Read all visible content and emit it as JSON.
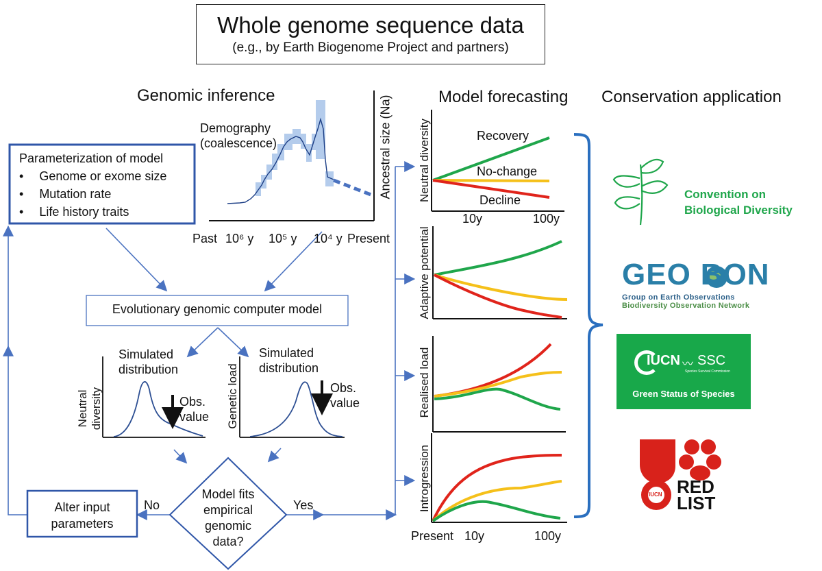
{
  "header": {
    "title": "Whole genome sequence data",
    "subtitle": "(e.g., by Earth Biogenome Project and partners)"
  },
  "sections": {
    "genomic_inference": "Genomic inference",
    "model_forecasting": "Model forecasting",
    "conservation_application": "Conservation application"
  },
  "parameterization": {
    "title": "Parameterization of model",
    "items": [
      "Genome or exome size",
      "Mutation rate",
      "Life history traits"
    ]
  },
  "demography": {
    "label_line1": "Demography",
    "label_line2": "(coalescence)",
    "y_axis": "Ancestral size (Na)",
    "x_ticks": [
      "Past",
      "10⁶ y",
      "10⁵ y",
      "10⁴ y",
      "Present"
    ]
  },
  "model_box": "Evolutionary genomic computer model",
  "sim_left": {
    "title_line1": "Simulated",
    "title_line2": "distribution",
    "y_axis": "Neutral diversity",
    "obs_line1": "Obs.",
    "obs_line2": "value"
  },
  "sim_right": {
    "title_line1": "Simulated",
    "title_line2": "distribution",
    "y_axis": "Genetic load",
    "obs_line1": "Obs.",
    "obs_line2": "value"
  },
  "decision": {
    "lines": [
      "Model fits",
      "empirical",
      "genomic",
      "data?"
    ],
    "no": "No",
    "yes": "Yes"
  },
  "alter": {
    "line1": "Alter input",
    "line2": "parameters"
  },
  "forecast_panels": [
    {
      "y_axis": "Neutral diversity",
      "labels": [
        "Recovery",
        "No-change",
        "Decline"
      ],
      "x_ticks": [
        "10y",
        "100y"
      ]
    },
    {
      "y_axis": "Adaptive potential"
    },
    {
      "y_axis": "Realised load"
    },
    {
      "y_axis": "Introgression",
      "x_ticks": [
        "Present",
        "10y",
        "100y"
      ]
    }
  ],
  "colors": {
    "green": "#1fa64b",
    "yellow": "#f5c01a",
    "red": "#e0241b",
    "blue": "#4a72c0",
    "dark_blue": "#2f56a8",
    "bracket": "#2a6fbf"
  },
  "logos": {
    "cbd": {
      "line1": "Convention on",
      "line2": "Biological Diversity"
    },
    "geobon": {
      "mark1": "GEO",
      "mark2": "BON",
      "line1": "Group on Earth Observations",
      "line2": "Biodiversity Observation Network"
    },
    "iucn": {
      "iucn": "IUCN",
      "ssc": "SSC",
      "ssc_sub": "Species Survival Commission",
      "caption": "Green Status of Species"
    },
    "redlist": {
      "line1": "RED",
      "line2": "LIST",
      "iucn_small": "IUCN"
    }
  }
}
